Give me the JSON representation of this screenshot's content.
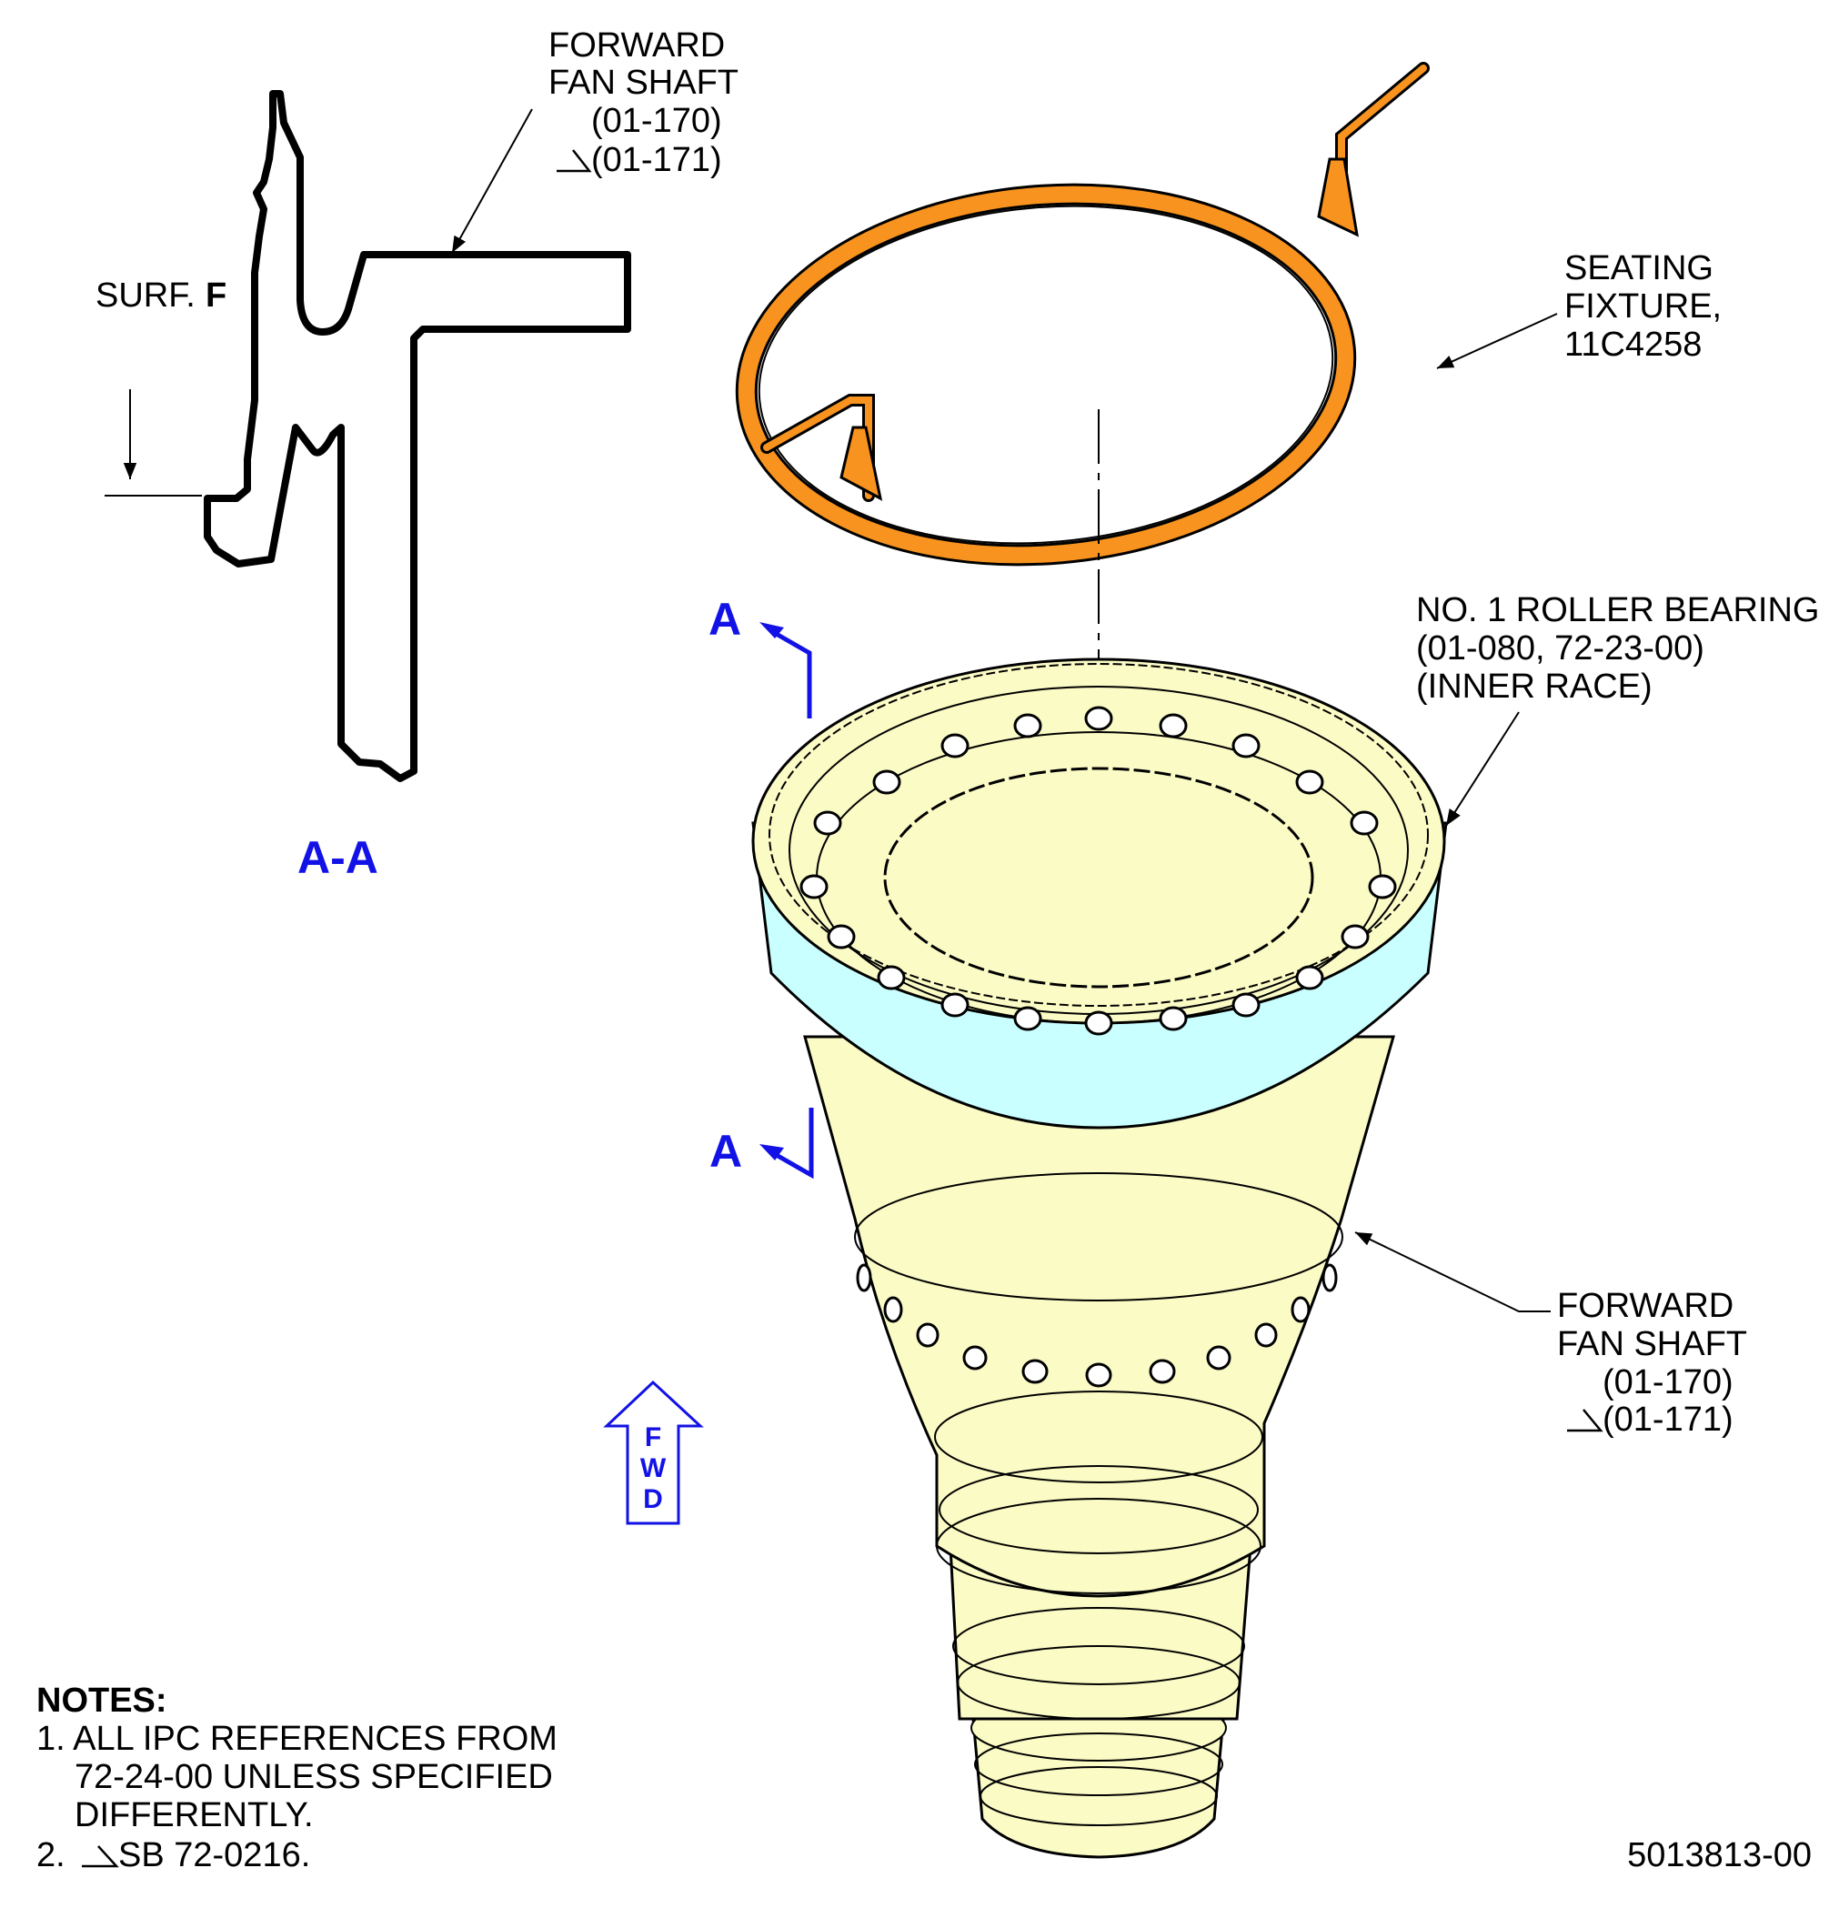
{
  "section_view": {
    "part_label": [
      "FORWARD",
      "FAN SHAFT",
      "(01-170)",
      "(01-171)"
    ],
    "surface_label": "SURF.",
    "surface_letter": "F",
    "view_title": "A-A"
  },
  "callouts": {
    "seating_fixture": [
      "SEATING",
      "FIXTURE,",
      "11C4258"
    ],
    "roller_bearing": [
      "NO. 1 ROLLER BEARING",
      "(01-080, 72-23-00)",
      "(INNER RACE)"
    ],
    "fan_shaft": [
      "FORWARD",
      "FAN SHAFT",
      "(01-170)",
      "(01-171)"
    ]
  },
  "section_markers": {
    "top": "A",
    "bottom": "A"
  },
  "fwd_arrow": [
    "F",
    "W",
    "D"
  ],
  "notes": {
    "title": "NOTES:",
    "lines": [
      "1. ALL IPC REFERENCES FROM",
      "72-24-00 UNLESS SPECIFIED",
      "DIFFERENTLY.",
      "2.",
      "SB 72-0216."
    ]
  },
  "figure_number": "5013813-00",
  "colors": {
    "fixture": "#f7931e",
    "shaft": "#fbfbc6",
    "bearing": "#c9ffff",
    "callout_blue": "#1212e6"
  }
}
